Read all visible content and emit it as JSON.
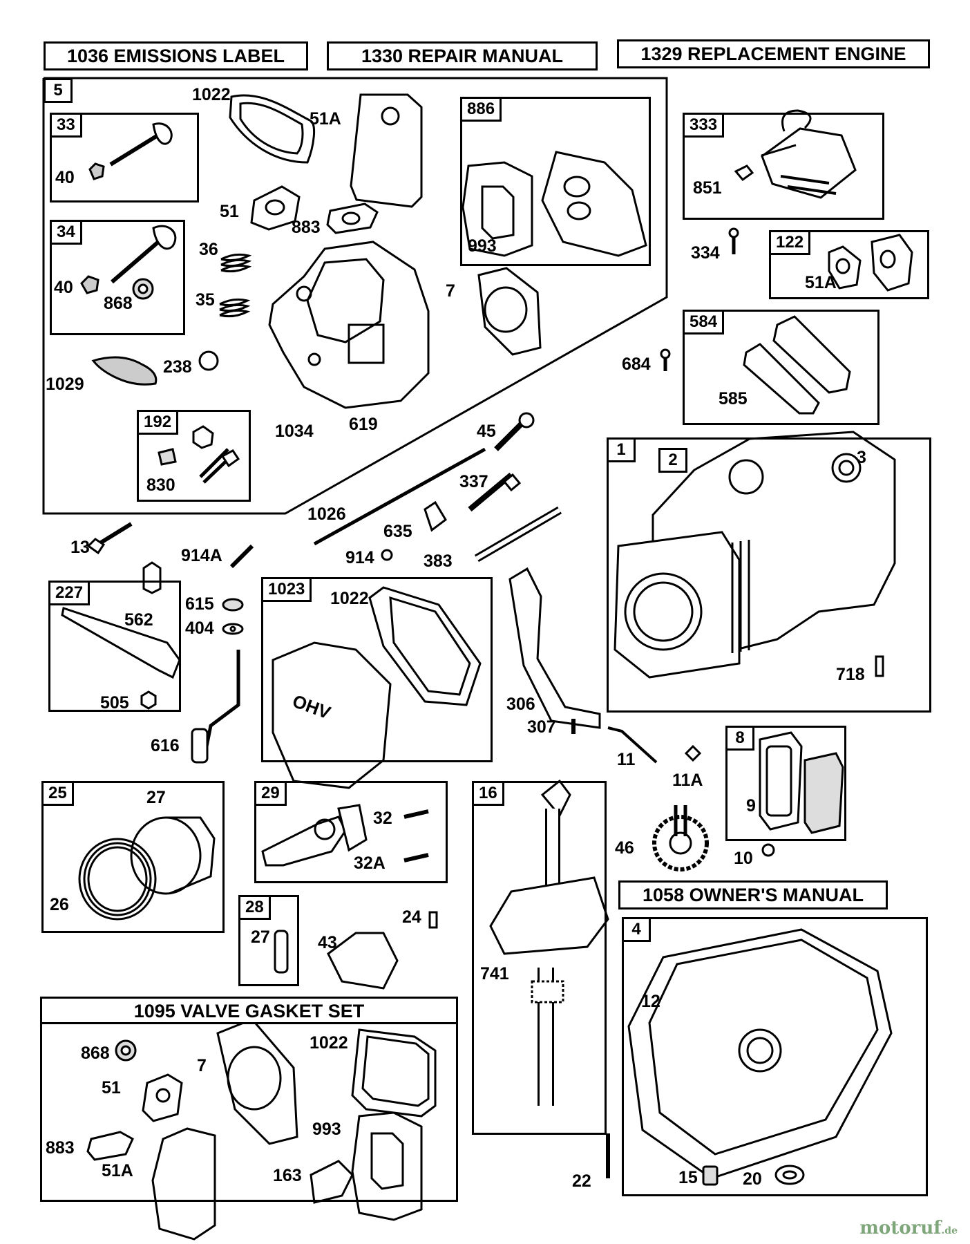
{
  "headers": {
    "emissions_label": "1036 EMISSIONS LABEL",
    "repair_manual": "1330 REPAIR MANUAL",
    "replacement_engine": "1329 REPLACEMENT ENGINE",
    "owners_manual": "1058 OWNER'S MANUAL",
    "valve_gasket_set": "1095 VALVE GASKET SET"
  },
  "boxes": {
    "b5": "5",
    "b33": "33",
    "b34": "34",
    "b192": "192",
    "b886": "886",
    "b333": "333",
    "b122": "122",
    "b584": "584",
    "b1": "1",
    "b2": "2",
    "b227": "227",
    "b1023": "1023",
    "b8": "8",
    "b25": "25",
    "b29": "29",
    "b16": "16",
    "b28": "28",
    "b4": "4"
  },
  "labels": {
    "p1022a": "1022",
    "p51a_a": "51A",
    "p33_40": "40",
    "p51": "51",
    "p883": "883",
    "p36": "36",
    "p35": "35",
    "p34_40": "40",
    "p868": "868",
    "p238": "238",
    "p1029": "1029",
    "p830": "830",
    "p1034": "1034",
    "p619": "619",
    "p993": "993",
    "p7": "7",
    "p851": "851",
    "p334": "334",
    "p51a_b": "51A",
    "p684": "684",
    "p585": "585",
    "p45": "45",
    "p337": "337",
    "p1026": "1026",
    "p635": "635",
    "p914": "914",
    "p383": "383",
    "p3": "3",
    "p718": "718",
    "p13": "13",
    "p914a": "914A",
    "p615": "615",
    "p404": "404",
    "p562": "562",
    "p505": "505",
    "p616": "616",
    "p1022b": "1022",
    "p306": "306",
    "p307": "307",
    "p11": "11",
    "p11a": "11A",
    "p9": "9",
    "p10": "10",
    "p46": "46",
    "p27a": "27",
    "p26": "26",
    "p32": "32",
    "p32a": "32A",
    "p27b": "27",
    "p43": "43",
    "p24": "24",
    "p741": "741",
    "p12": "12",
    "p22": "22",
    "p15": "15",
    "p20": "20",
    "v868": "868",
    "v7": "7",
    "v1022": "1022",
    "v51": "51",
    "v883": "883",
    "v51a": "51A",
    "v993": "993",
    "v163": "163"
  },
  "decor": {
    "ohv_text": "OHV"
  },
  "watermark": {
    "brand": "motoruf",
    "tld": ".de"
  }
}
